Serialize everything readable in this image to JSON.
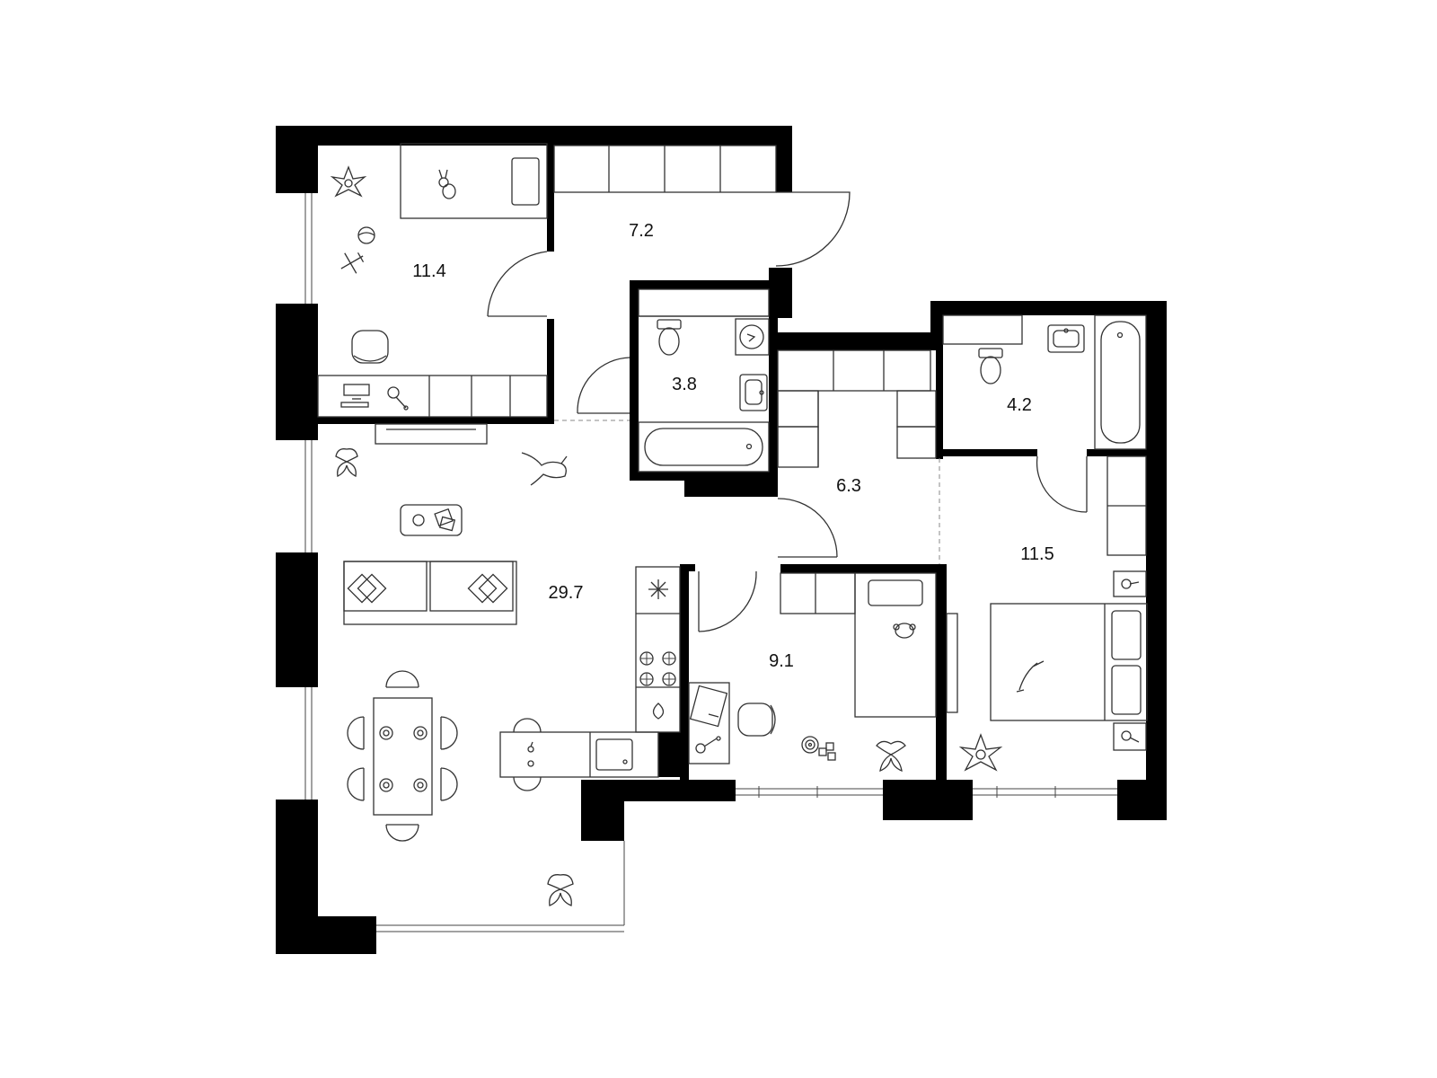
{
  "rooms": [
    {
      "id": "kids-room",
      "area": "11.4"
    },
    {
      "id": "hallway",
      "area": "7.2"
    },
    {
      "id": "bathroom-1",
      "area": "3.8"
    },
    {
      "id": "corridor",
      "area": "6.3"
    },
    {
      "id": "bathroom-2",
      "area": "4.2"
    },
    {
      "id": "bedroom",
      "area": "11.5"
    },
    {
      "id": "living-kitchen",
      "area": "29.7"
    },
    {
      "id": "study-room",
      "area": "9.1"
    }
  ],
  "colors": {
    "wall": "#000000",
    "line": "#333333",
    "background": "#ffffff"
  }
}
